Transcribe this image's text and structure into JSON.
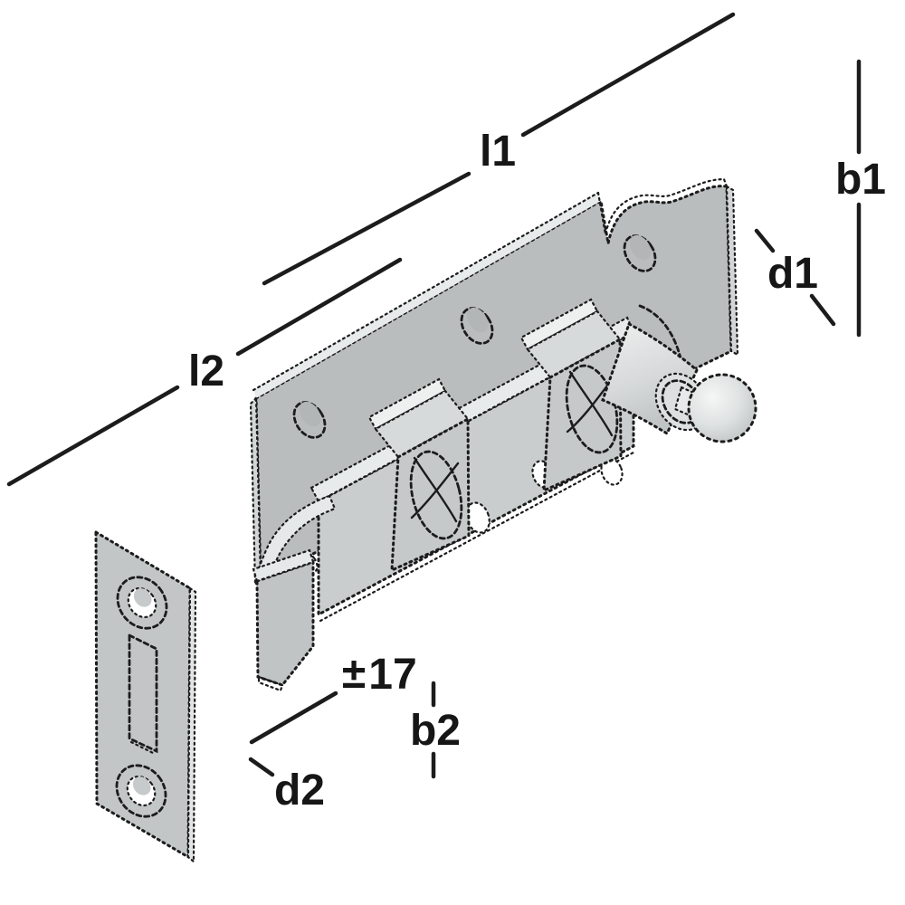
{
  "diagram_labels": {
    "l1": "l1",
    "l2": "l2",
    "b1": "b1",
    "d1": "d1",
    "b2": "b2",
    "d2": "d2",
    "tolerance_sign": "±",
    "tolerance_value": "17"
  },
  "colors": {
    "background": "#ffffff",
    "line": "#1c1c1c",
    "plate": "#b9bdbd",
    "bar": "#c9cdcd",
    "guide": "#c5c9c9",
    "guide_top": "#d7dada",
    "strike_plate": "#c2c6c6",
    "band": "#e8ebeb",
    "side_band": "#d2d6d6",
    "dimple": "#ced2d2",
    "highlight": "#eef0f0",
    "white": "#ffffff"
  }
}
